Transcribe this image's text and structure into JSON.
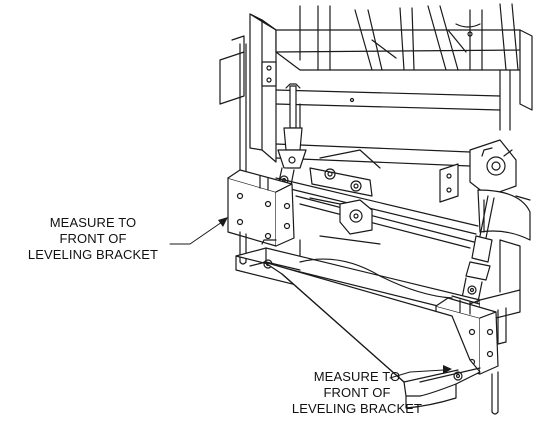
{
  "callouts": [
    {
      "lines": [
        "MEASURE TO",
        "FRONT OF",
        "LEVELING BRACKET"
      ]
    },
    {
      "lines": [
        "MEASURE TO",
        "FRONT OF",
        "LEVELING BRACKET"
      ]
    }
  ],
  "colors": {
    "line": "#1a1a1a",
    "background": "#ffffff"
  }
}
